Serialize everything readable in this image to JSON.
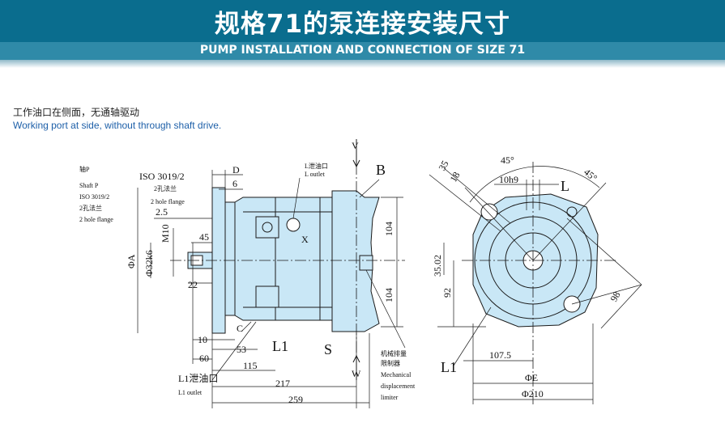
{
  "header": {
    "title_cn": "规格71的泵连接安装尺寸",
    "title_en": "PUMP INSTALLATION AND CONNECTION OF SIZE 71"
  },
  "description": {
    "cn": "工作油口在侧面，无通轴驱动",
    "en": "Working port at side, without through shaft drive."
  },
  "colors": {
    "banner": "#0a6d8e",
    "pump_fill": "#c9e7f6",
    "line": "#1a1a1a",
    "accent_text": "#1d5fa8"
  },
  "side_view": {
    "labels": {
      "shaft_p_cn": "轴P",
      "shaft_p": "Shaft P",
      "iso_3019": "ISO 3019/2",
      "iso_3019_b": "ISO 3019/2",
      "two_hole_cn": "2孔法兰",
      "two_hole_flange": "2 hole flange",
      "two_hole_cn_b": "2孔法兰",
      "two_hole_flange_b": "2 hole flange",
      "l_oil_cn": "L泄油口",
      "l_outlet": "L outlet",
      "l1_oil_cn": "L1泄油口",
      "l1_outlet": "L1 outlet",
      "mech_cn_1": "机械排量",
      "mech_cn_2": "限制器",
      "mech_en_1": "Mechanical",
      "mech_en_2": "displacement",
      "mech_en_3": "limiter",
      "x": "X",
      "b": "B",
      "s": "S",
      "v_top": "V",
      "w_bottom": "W",
      "l1": "L1",
      "c": "C",
      "d": "D"
    },
    "dims": {
      "d6": "6",
      "d2_5": "2.5",
      "m10": "M10",
      "d45": "45",
      "phiA": "ΦA",
      "phi32": "Φ32k6",
      "d22": "22",
      "d104_top": "104",
      "d104_bot": "104",
      "d10": "10",
      "d53": "53",
      "d60": "60",
      "d115": "115",
      "d217": "217",
      "d259": "259"
    }
  },
  "front_view": {
    "labels": {
      "l": "L",
      "l1": "L1"
    },
    "dims": {
      "a45_left": "45°",
      "a45_right": "45°",
      "d10h9": "10h9",
      "d18": "18",
      "d35": "35",
      "d35_02": "35.02",
      "d92": "92",
      "d98": "98",
      "d107_5": "107.5",
      "phiE": "ΦE",
      "phi210": "Φ210"
    }
  }
}
